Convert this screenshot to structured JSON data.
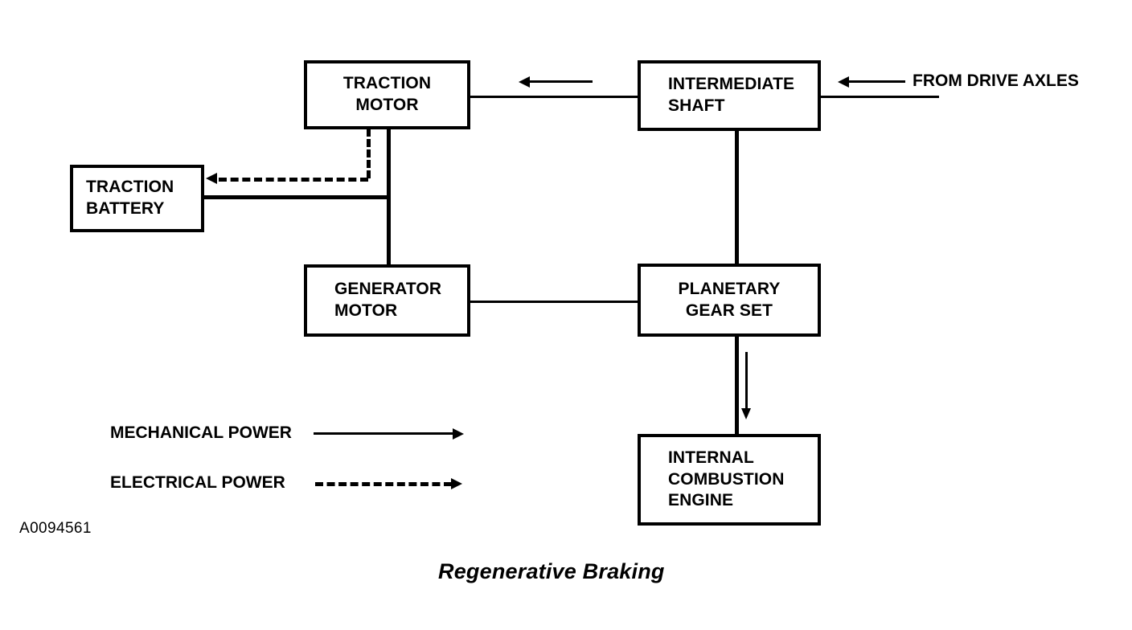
{
  "diagram": {
    "figure_id": "A0094561",
    "caption": "Regenerative Braking",
    "nodes": {
      "traction_motor": "TRACTION\nMOTOR",
      "intermediate_shaft": "INTERMEDIATE\nSHAFT",
      "traction_battery": "TRACTION\nBATTERY",
      "generator_motor": "GENERATOR\nMOTOR",
      "planetary_gear_set": "PLANETARY\nGEAR SET",
      "internal_combustion_engine": "INTERNAL\nCOMBUSTION\nENGINE"
    },
    "labels": {
      "from_drive_axles": "FROM DRIVE AXLES"
    },
    "legend": {
      "mechanical_power": "MECHANICAL POWER",
      "electrical_power": "ELECTRICAL POWER"
    },
    "colors": {
      "stroke": "#000000",
      "background": "#ffffff"
    }
  }
}
